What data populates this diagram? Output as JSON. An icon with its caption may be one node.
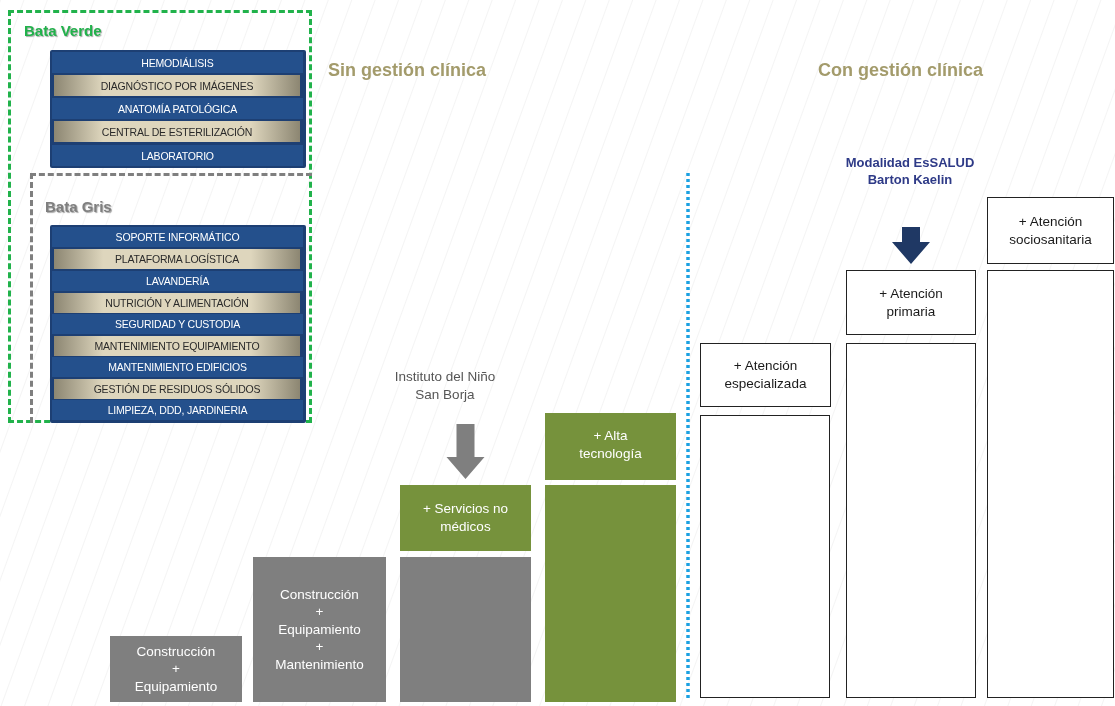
{
  "diagram": {
    "nodes": [
      {
        "text": [
          "Bata Verde"
        ]
      },
      {
        "text": [
          "HEMODIÁLISIS"
        ],
        "in": 0
      },
      {
        "text": [
          "DIAGNÓSTICO POR IMÁGENES"
        ],
        "in": 0
      },
      {
        "text": [
          "ANATOMÍA PATOLÓGICA"
        ],
        "in": 0
      },
      {
        "text": [
          "CENTRAL DE ESTERILIZACIÓN"
        ],
        "in": 0
      },
      {
        "text": [
          "LABORATORIO"
        ],
        "in": 0
      },
      {
        "text": [
          "Bata Gris"
        ],
        "in": 0
      },
      {
        "text": [
          "SOPORTE INFORMÁTICO"
        ],
        "in": 6
      },
      {
        "text": [
          "PLATAFORMA LOGÍSTICA"
        ],
        "in": 6
      },
      {
        "text": [
          "LAVANDERÍA"
        ],
        "in": 6
      },
      {
        "text": [
          "NUTRICIÓN Y ALIMENTACIÓN"
        ],
        "in": 6
      },
      {
        "text": [
          "SEGURIDAD Y CUSTODIA"
        ],
        "in": 6
      },
      {
        "text": [
          "MANTENIMIENTO EQUIPAMIENTO"
        ],
        "in": 6
      },
      {
        "text": [
          "MANTENIMIENTO EDIFICIOS"
        ],
        "in": 6
      },
      {
        "text": [
          "GESTIÓN DE RESIDUOS SÓLIDOS"
        ],
        "in": 6
      },
      {
        "text": [
          "LIMPIEZA, DDD, JARDINERIA"
        ],
        "in": 6
      },
      {
        "text": [
          "Construcción + Equipamiento"
        ]
      },
      {
        "text": [
          "Construcción + Equipamiento + Mantenimiento"
        ]
      },
      {
        "text": [
          "Instituto del Niño San Borja"
        ]
      },
      {
        "text": [
          "+ Servicios no médicos"
        ]
      },
      {
        "text": [],
        "shape": "box"
      },
      {
        "text": [
          "+ Alta tecnología"
        ]
      },
      {
        "text": [],
        "shape": "box"
      },
      {
        "text": [
          "Modalidad EsSALUD Barton Kaelin"
        ]
      },
      {
        "text": [
          "+ Atención especializada"
        ]
      },
      {
        "text": [],
        "shape": "box"
      },
      {
        "text": [
          "+ Atención primaria"
        ]
      },
      {
        "text": [],
        "shape": "box"
      },
      {
        "text": [
          "+ Atención sociosanitaria"
        ]
      },
      {
        "text": [],
        "shape": "box"
      }
    ],
    "edges": [
      {
        "from": 18,
        "to": 19,
        "arrow": "to",
        "style": "thick",
        "color": "#7f7f7f"
      },
      {
        "from": 23,
        "to": 26,
        "arrow": "to",
        "style": "thick",
        "color": "#1f3864"
      }
    ],
    "labels": [
      "Sin gestión clínica",
      "Con gestión clínica"
    ]
  }
}
